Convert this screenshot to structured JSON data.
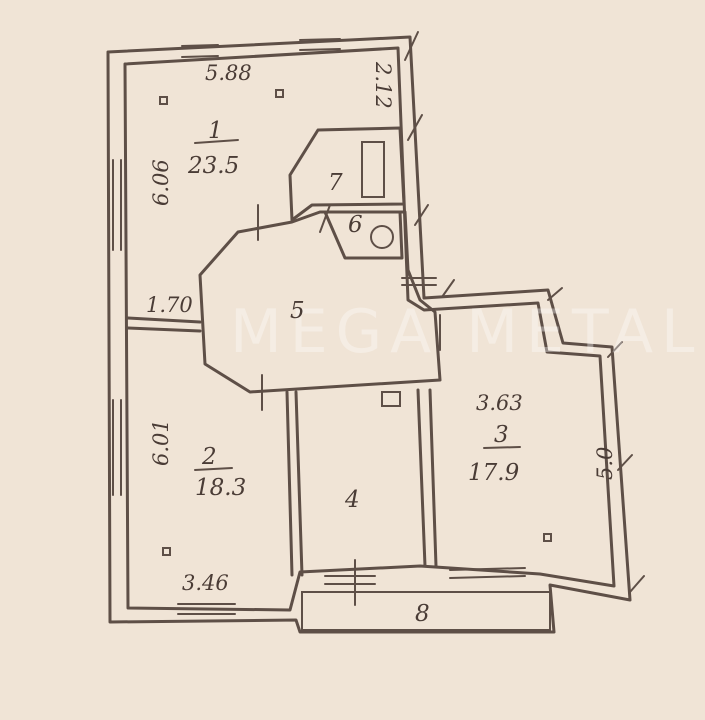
{
  "plan": {
    "dims": {
      "top_width": "5.88",
      "left_upper": "6.06",
      "left_lower": "6.01",
      "corridor": "1.70",
      "bottom_left": "3.46",
      "room3_width": "3.63",
      "room3_height": "5.0",
      "top_right": "2.12"
    },
    "rooms": {
      "r1_no": "1",
      "r1_area": "23.5",
      "r2_no": "2",
      "r2_area": "18.3",
      "r3_no": "3",
      "r3_area": "17.9",
      "r4_no": "4",
      "r5_no": "5",
      "r6_no": "6",
      "r7_no": "7",
      "r8_no": "8"
    },
    "watermark": "MEGA METAL",
    "colors": {
      "paper": "#f0e4d6",
      "ink": "#5e4f47"
    }
  }
}
